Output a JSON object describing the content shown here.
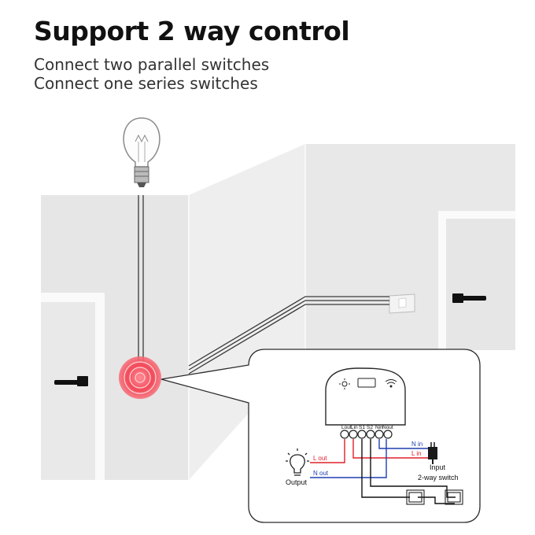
{
  "title": "Support 2 way control",
  "subtitle_lines": [
    "Connect two parallel switches",
    "Connect one series switches"
  ],
  "terminals": [
    "Lout",
    "Lin",
    "S1",
    "S2",
    "Nin",
    "Nout"
  ],
  "labels": {
    "l_out": "L out",
    "n_out": "N out",
    "n_in": "N in",
    "l_in": "L in",
    "output": "Output",
    "input": "Input",
    "two_way_switch": "2-way switch"
  },
  "colors": {
    "live": "#e0202a",
    "neutral": "#1e3fb0",
    "switch_wire": "#111111",
    "ripple": "#f04050"
  },
  "icons": [
    "light-bulb-icon",
    "door-handle-icon",
    "wall-switch-icon",
    "wifi-icon",
    "sun-icon",
    "plug-icon"
  ]
}
